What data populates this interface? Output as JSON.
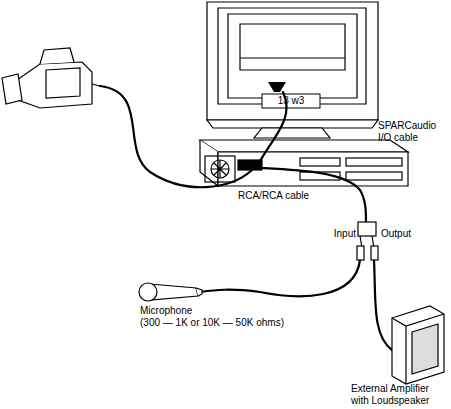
{
  "diagram": {
    "labels": [
      "13 w3",
      "SPARCaudio I/O cable",
      "RCA/RCA cable",
      "Input",
      "Output",
      "Microphone",
      "(300 — 1K or 10K — 50K ohms)",
      "External Amplifier with Loudspeaker"
    ]
  }
}
